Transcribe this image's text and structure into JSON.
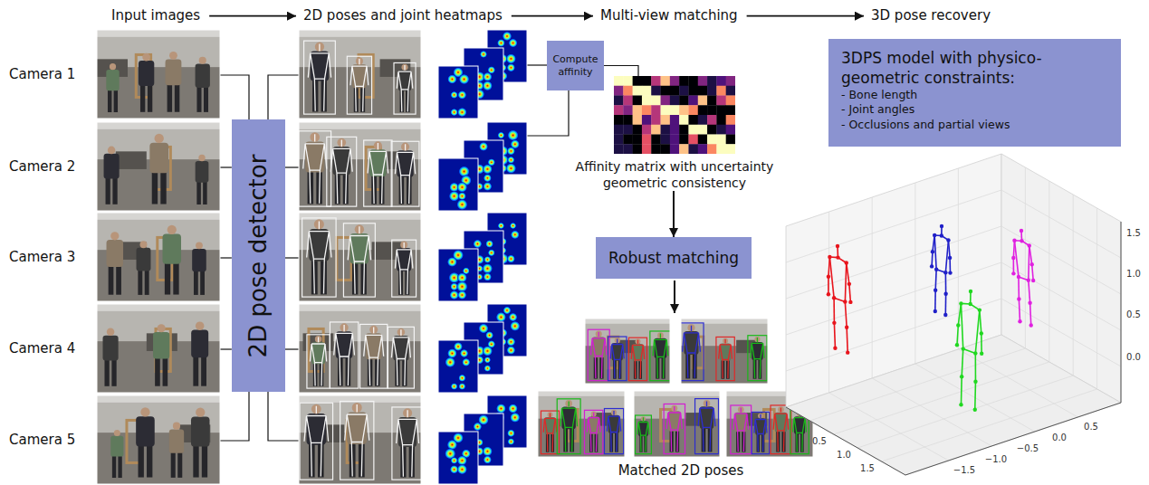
{
  "diagram": {
    "nodes": [
      {
        "text": [
          "2D pose detector"
        ]
      },
      {
        "text": [
          "Compute affinity"
        ]
      },
      {
        "text": [
          "Affinity matrix with uncertainty geometric consistency"
        ]
      },
      {
        "text": [
          "Robust matching"
        ]
      },
      {
        "text": [
          "3DPS model with physico-geometric constraints:",
          "- Bone length",
          "- Joint angles",
          "- Occlusions and partial views"
        ]
      }
    ],
    "edges": [
      {
        "from": 1,
        "to": 2,
        "arrow": "none"
      },
      {
        "from": 2,
        "to": 3,
        "arrow": "to"
      }
    ],
    "labels": [
      "Input images",
      "2D poses and joint heatmaps",
      "Multi-view matching",
      "3D pose recovery",
      "Camera 1",
      "Camera 2",
      "Camera 3",
      "Camera 4",
      "Camera 5",
      "Matched 2D poses",
      "1.5",
      "1.0",
      "0.5",
      "0.0",
      "0.5",
      "1.0",
      "1.5",
      "0.5",
      "0.0",
      "−0.5",
      "−1.0",
      "−1.5"
    ]
  }
}
